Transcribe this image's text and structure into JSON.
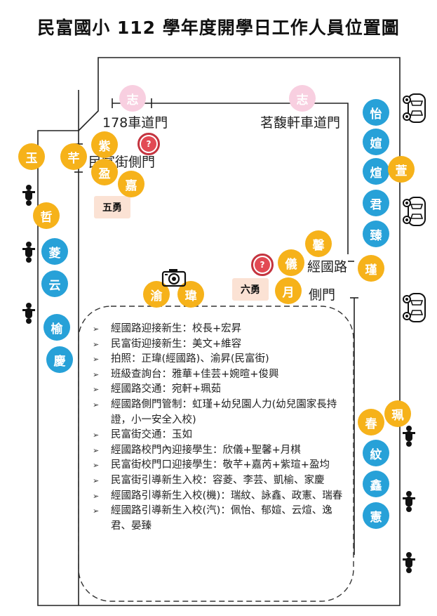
{
  "title": "民富國小 112 學年度開學日工作人員位置圖",
  "labels": {
    "gate_178": "178車道門",
    "gate_mingfu": "茗馥軒車道門",
    "side_gate_minfu": "民富街側門",
    "side_gate_jingguo_1": "經國路",
    "side_gate_jingguo_2": "側門"
  },
  "tags": {
    "team5": "五勇",
    "team6": "六勇"
  },
  "question_mark": "?",
  "staff": {
    "zhi_left": "志",
    "zhi_right": "志",
    "yu_jade": "玉",
    "qian": "芊",
    "zi": "紫",
    "ying": "盈",
    "jia": "嘉",
    "zhe": "哲",
    "ling": "菱",
    "yun_left": "云",
    "yu_elm": "榆",
    "qing": "慶",
    "yu_river": "渝",
    "wei": "瑋",
    "yi_left": "儀",
    "xin": "馨",
    "yue": "月",
    "jin": "瑾",
    "yi_right": "怡",
    "yun_right": "媗",
    "xuan": "煊",
    "xuan_grass": "萱",
    "jun": "君",
    "zhen": "臻",
    "chun": "春",
    "wen": "紋",
    "xin_gold": "鑫",
    "xian": "憲",
    "pei": "珮"
  },
  "tasks": [
    "經國路迎接新生：校長+宏昇",
    "民富街迎接新生：美文+維容",
    "拍照：正瑋(經國路)、渝昇(民富街)",
    "班級查詢台：雅華+佳芸+婉暄+俊興",
    "經國路交通：宛軒+珮茹",
    "經國路側門管制：虹瑾+幼兒園人力(幼兒園家長持證，小一安全入校)",
    "民富街交通：玉如",
    "經國路校門內迎接學生：欣儀+聖馨+月棋",
    "民富街校門口迎接學生：敬芊+嘉芮+紫瑄+盈均",
    "民富街引導新生入校：容菱、李芸、凱榆、家慶",
    "經國路引導新生入校(機)：瑞紋、詠鑫、政憲、瑞春",
    "經國路引導新生入校(汽)：佩怡、郁媗、云煊、逸君、晏臻"
  ],
  "colors": {
    "orange": "#f6b21a",
    "blue": "#27a1d8",
    "pink": "#f8cfe0",
    "tag": "#fbe2d4",
    "alert": "#c4343f"
  }
}
